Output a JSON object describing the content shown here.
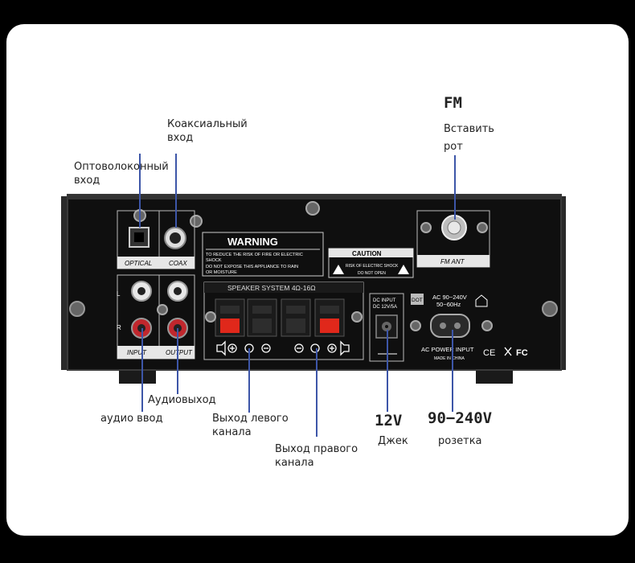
{
  "callouts": {
    "coax": "Коаксиальный\nвход",
    "optical": "Оптоволоконный\nвход",
    "fm_title": "FM",
    "fm_insert": "Вставить\nрот",
    "audio_out": "Аудиовыход",
    "audio_in": "аудио ввод",
    "left_channel": "Выход левого\nканала",
    "right_channel": "Выход правого\nканала",
    "dc_voltage": "12V",
    "dc_label": "Джек",
    "ac_voltage": "90−240V",
    "ac_label": "розетка"
  },
  "panel": {
    "optical_label": "OPTICAL",
    "coax_label": "COAX",
    "input_label": "INPUT",
    "output_label": "OUTPUT",
    "l_mark": "L",
    "r_mark": "R",
    "warning_title": "WARNING",
    "warning_line1": "TO REDUCE THE RISK OF FIRE OR ELECTRIC",
    "warning_line2": "SHOCK",
    "warning_line3": "DO NOT EXPOSE THIS APPLIANCE TO RAIN",
    "warning_line4": "OR MOISTURE",
    "caution_title": "CAUTION",
    "caution_line1": "RISK OF ELECTRIC SHOCK",
    "caution_line2": "DO NOT OPEN",
    "speaker_title": "SPEAKER SYSTEM 4Ω-16Ω",
    "fm_ant_label": "FM ANT",
    "dc_input_line1": "DC INPUT",
    "dc_input_line2": "DC 12V/5A",
    "ac_spec_line1": "AC 90~240V",
    "ac_spec_line2": "50~60Hz",
    "ac_power_label": "AC POWER INPUT",
    "made_in": "MADE IN CHINA",
    "ce_mark": "CE",
    "fc_mark": "FC",
    "dot_badge": "DOT"
  }
}
